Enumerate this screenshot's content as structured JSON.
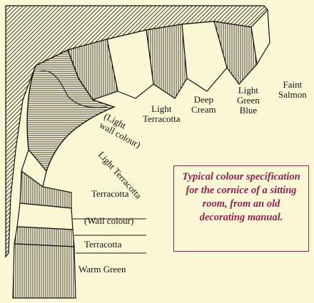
{
  "labels": {
    "faint_salmon": [
      "Faint",
      "Salmon"
    ],
    "light_green_blue": [
      "Light",
      "Green",
      "Blue"
    ],
    "deep_cream": [
      "Deep",
      "Cream"
    ],
    "light_terracotta_top": [
      "Light",
      "Terracotta"
    ],
    "light_wall_colour": [
      "(Light",
      "wall colour)"
    ],
    "light_terracotta_diag": "Light Terracotta",
    "terracotta_upper": "Terracotta",
    "wall_colour": "(Wall colour)",
    "terracotta_lower": "Terracotta",
    "warm_green": "Warm Green"
  },
  "caption": "Typical colour specification for the cornice of a sitting room, from an old decorating manual.",
  "colors": {
    "background": "#fcf8d6",
    "caption_text": "#8e2352",
    "caption_border": "#8a2c4e",
    "ink": "#111111"
  }
}
